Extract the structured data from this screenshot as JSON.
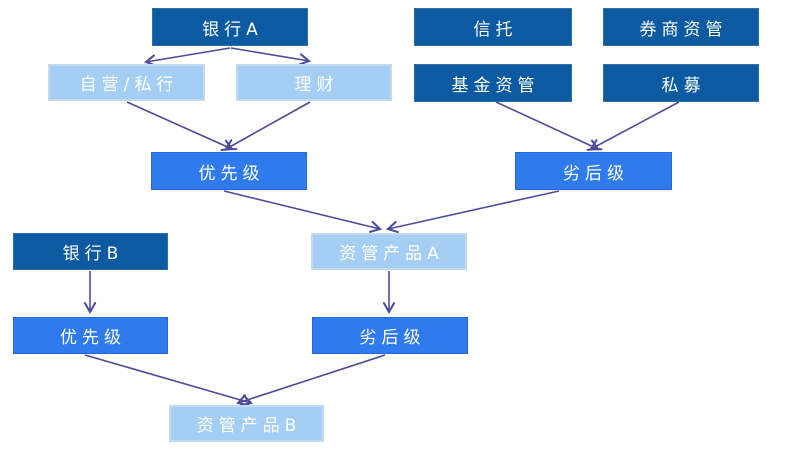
{
  "diagram": {
    "description": "Nested asset management product structure flowchart",
    "background": "#FFFFFF",
    "colors": {
      "dark_box": "#0C5AA1",
      "medium_box": "#2F7BEE",
      "light_box": "#A4CEF4",
      "light_box_border": "#C3D9EE",
      "arrow": "#4B4B9E",
      "box_text": "#FFFFFF"
    },
    "nodes": [
      {
        "id": "bank-a",
        "label": "银行A",
        "variant": "dark"
      },
      {
        "id": "trust",
        "label": "信托",
        "variant": "dark"
      },
      {
        "id": "broker-asset-mgmt",
        "label": "券商资管",
        "variant": "dark"
      },
      {
        "id": "proprietary-private-banking",
        "label": "自营/私行",
        "variant": "light"
      },
      {
        "id": "wealth-mgmt",
        "label": "理财",
        "variant": "light"
      },
      {
        "id": "fund-asset-mgmt",
        "label": "基金资管",
        "variant": "dark"
      },
      {
        "id": "private-fund",
        "label": "私募",
        "variant": "dark"
      },
      {
        "id": "senior-tranche-1",
        "label": "优先级",
        "variant": "medium"
      },
      {
        "id": "subordinate-tranche-1",
        "label": "劣后级",
        "variant": "medium"
      },
      {
        "id": "bank-b",
        "label": "银行B",
        "variant": "dark"
      },
      {
        "id": "am-product-a",
        "label": "资管产品A",
        "variant": "light"
      },
      {
        "id": "senior-tranche-2",
        "label": "优先级",
        "variant": "medium"
      },
      {
        "id": "subordinate-tranche-2",
        "label": "劣后级",
        "variant": "medium"
      },
      {
        "id": "am-product-b",
        "label": "资管产品B",
        "variant": "light"
      }
    ],
    "edges": [
      {
        "from": "bank-a",
        "to": "proprietary-private-banking"
      },
      {
        "from": "bank-a",
        "to": "wealth-mgmt"
      },
      {
        "from": "proprietary-private-banking",
        "to": "senior-tranche-1"
      },
      {
        "from": "wealth-mgmt",
        "to": "senior-tranche-1"
      },
      {
        "from": "fund-asset-mgmt",
        "to": "subordinate-tranche-1"
      },
      {
        "from": "private-fund",
        "to": "subordinate-tranche-1"
      },
      {
        "from": "senior-tranche-1",
        "to": "am-product-a"
      },
      {
        "from": "subordinate-tranche-1",
        "to": "am-product-a"
      },
      {
        "from": "bank-b",
        "to": "senior-tranche-2"
      },
      {
        "from": "am-product-a",
        "to": "subordinate-tranche-2"
      },
      {
        "from": "senior-tranche-2",
        "to": "am-product-b"
      },
      {
        "from": "subordinate-tranche-2",
        "to": "am-product-b"
      }
    ]
  }
}
